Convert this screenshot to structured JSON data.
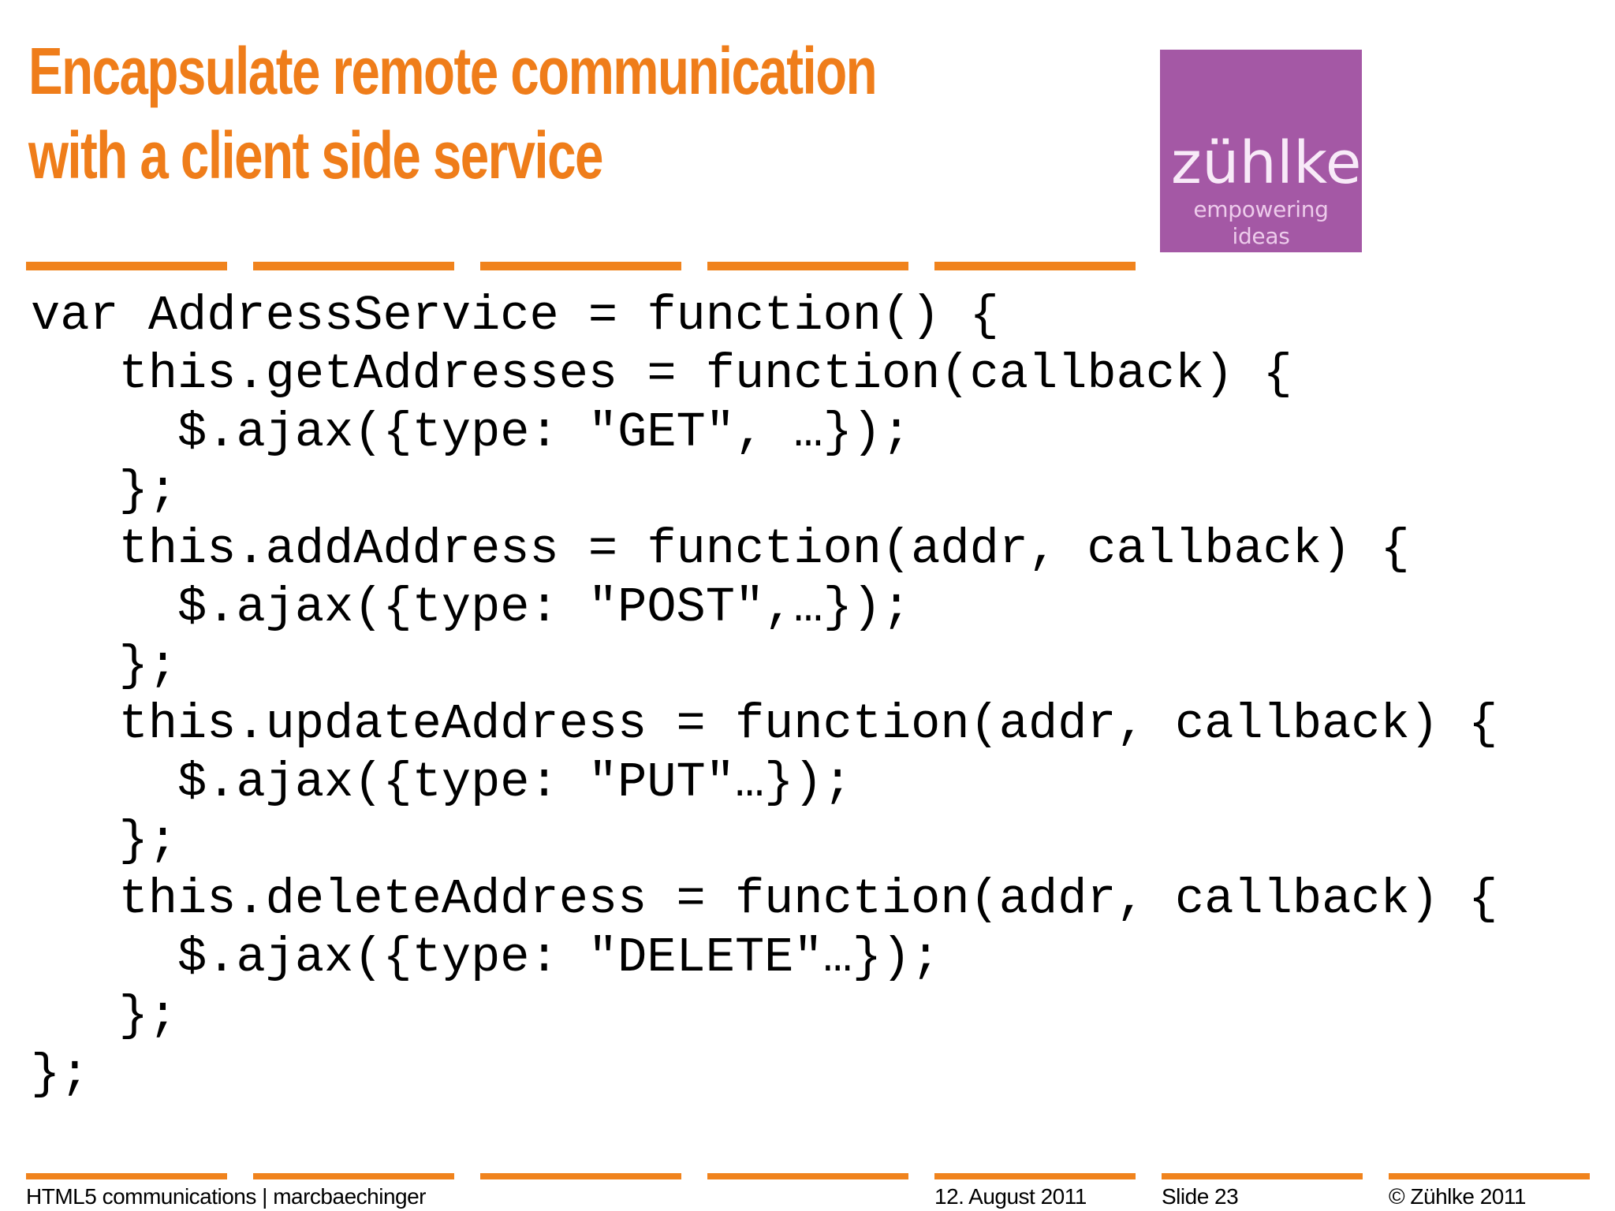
{
  "slide": {
    "title": {
      "line1": "Encapsulate remote communication",
      "line2": "with a client side service"
    },
    "logo": {
      "word": "zühlke",
      "tagline": "empowering ideas"
    },
    "code": {
      "lines": [
        "var AddressService = function() {",
        "   this.getAddresses = function(callback) {",
        "     $.ajax({type: \"GET\", …});",
        "   };",
        "   this.addAddress = function(addr, callback) {",
        "     $.ajax({type: \"POST\",…});",
        "   };",
        "   this.updateAddress = function(addr, callback) {",
        "     $.ajax({type: \"PUT\"…});",
        "   };",
        "   this.deleteAddress = function(addr, callback) {",
        "     $.ajax({type: \"DELETE\"…});",
        "   };",
        "};"
      ]
    },
    "footer": {
      "left": "HTML5 communications | marcbaechinger",
      "date": "12. August 2011",
      "slide_number": "Slide 23",
      "copyright": "© Zühlke 2011"
    },
    "colors": {
      "accent_orange": "#EF7D1A",
      "divider_orange": "#F0831D",
      "logo_purple": "#A458A5",
      "code_text": "#000000"
    }
  }
}
